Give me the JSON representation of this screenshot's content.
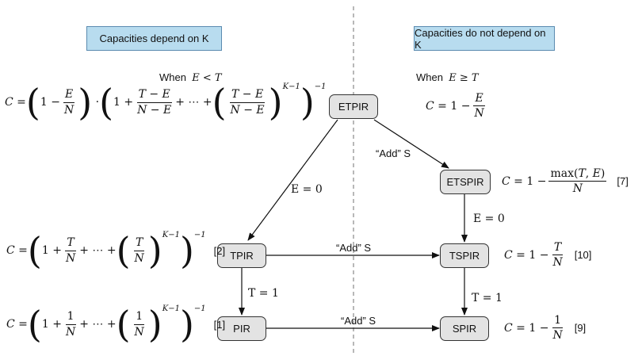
{
  "headers": {
    "left": "Capacities depend on K",
    "right": "Capacities do not depend on K"
  },
  "conditions": {
    "left_prefix": "When",
    "left_expr": "E < T",
    "right_prefix": "When",
    "right_expr": "E ≥ T"
  },
  "nodes": {
    "etpir": "ETPIR",
    "etspir": "ETSPIR",
    "tpir": "TPIR",
    "tspir": "TSPIR",
    "pir": "PIR",
    "spir": "SPIR"
  },
  "edges": {
    "add_s_1": "“Add” S",
    "add_s_2": "“Add” S",
    "add_s_3": "“Add” S",
    "e_zero_1": "E = 0",
    "e_zero_2": "E = 0",
    "t_one_1": "T = 1",
    "t_one_2": "T = 1"
  },
  "references": {
    "etspir": "[7]",
    "tpir": "[2]",
    "tspir": "[10]",
    "pir": "[1]",
    "spir": "[9]"
  },
  "formulas": {
    "etpir_left": "C = (1 − E/N) · (1 + (T−E)/(N−E) + ⋯ + ((T−E)/(N−E))^(K−1))^(−1)",
    "etpir_right": "C = 1 − E/N",
    "etspir": "C = 1 − max(T,E)/N",
    "tpir": "C = (1 + T/N + ⋯ + (T/N)^(K−1))^(−1)",
    "tspir": "C = 1 − T/N",
    "pir": "C = (1 + 1/N + ⋯ + (1/N)^(K−1))^(−1)",
    "spir": "C = 1 − 1/N"
  }
}
